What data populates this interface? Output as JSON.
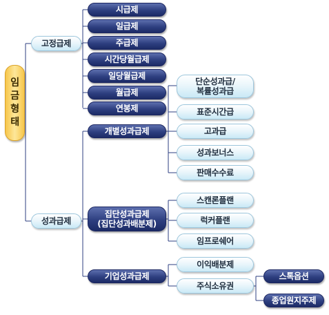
{
  "root": {
    "label": "임금형태"
  },
  "categories": {
    "fixed": {
      "label": "고정급제"
    },
    "performance": {
      "label": "성과급제"
    }
  },
  "fixed_items": [
    "시급제",
    "일급제",
    "주급제",
    "시간당월급제",
    "일당월급제",
    "월급제",
    "연봉제"
  ],
  "performance_groups": {
    "individual": {
      "label": "개별성과급제",
      "items": [
        "단순성과급/\n복률성과급",
        "표준시간급",
        "고과급",
        "성과보너스",
        "판매수수료"
      ]
    },
    "group": {
      "label": "집단성과급제\n(집단성과배분제)",
      "items": [
        "스캔론플랜",
        "럭커플랜",
        "임프로쉐어"
      ]
    },
    "company": {
      "label": "기업성과급제",
      "items": [
        "이익배분제",
        "주식소유권"
      ],
      "stock_items": [
        "스톡옵션",
        "종업원지주제"
      ]
    }
  },
  "colors": {
    "navy": "#2e3f80",
    "light": "#d6eef8",
    "root": "#f9cf5a",
    "line": "#2e3f80"
  }
}
